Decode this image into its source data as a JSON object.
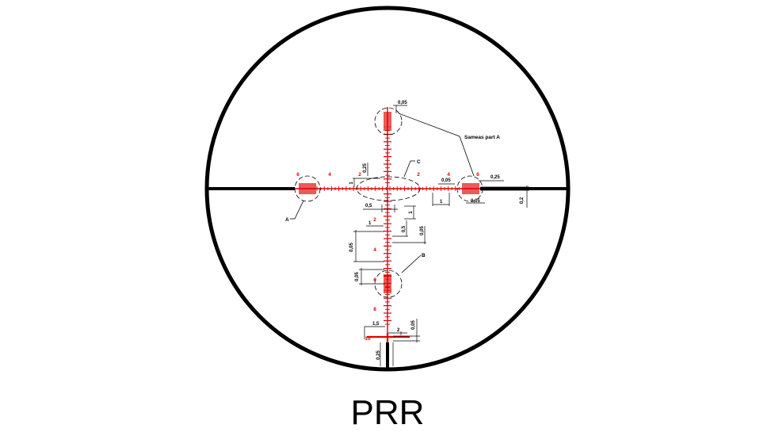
{
  "title": "PRR",
  "colors": {
    "reticle": "#e00000",
    "outline": "#000000",
    "background": "#ffffff"
  },
  "horizontal_scale": {
    "left_labels": [
      "6",
      "4",
      "2"
    ],
    "right_labels": [
      "2",
      "4",
      "6"
    ]
  },
  "vertical_scale": {
    "labels": [
      "2",
      "4",
      "6",
      "8",
      "10"
    ]
  },
  "callouts": {
    "A": "A",
    "B": "B",
    "C": "C",
    "same_as_a": "Sameas part A"
  },
  "dimensions": [
    "0,05",
    "0,25",
    "1",
    "0,05",
    "0,25",
    "0,05",
    "1",
    "0,2",
    "0,5",
    "1",
    "1",
    "0,5",
    "0,05",
    "0,05",
    "0,05",
    "1,5",
    "2",
    "0,05",
    "0,25"
  ]
}
